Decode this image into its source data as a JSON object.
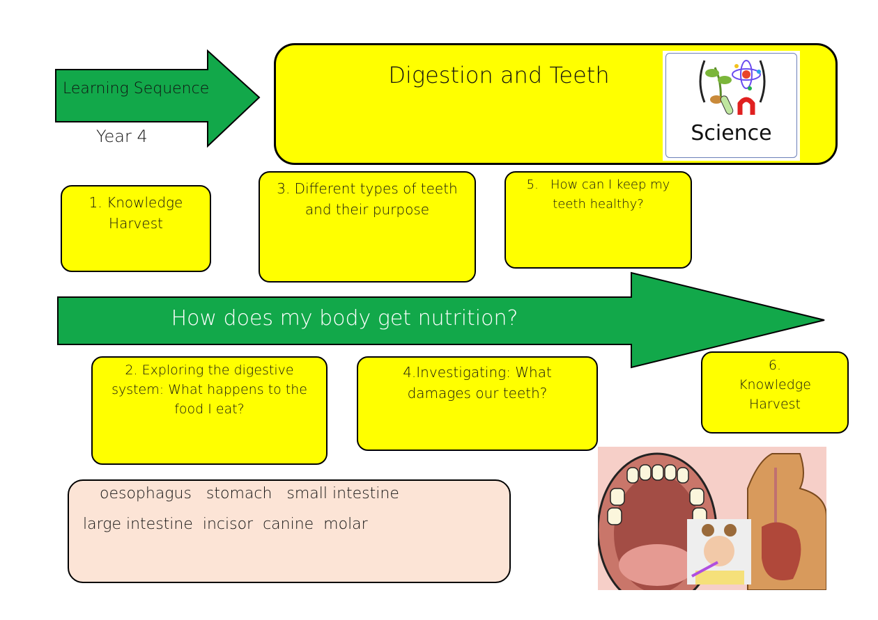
{
  "header": {
    "sequence_label": "Learning Sequence",
    "year": "Year 4",
    "title": "Digestion and Teeth",
    "logo_text": "Science"
  },
  "main_question": "How does my body get nutrition?",
  "lessons": [
    {
      "label": "1. Knowledge Harvest"
    },
    {
      "label": "2. Exploring the digestive system: What happens to the food I eat?"
    },
    {
      "label": "3. Different types of teeth and their purpose"
    },
    {
      "label": "4.Investigating: What damages our teeth?"
    },
    {
      "label": "5.   How can I keep my teeth healthy?"
    },
    {
      "label": "6.  Knowledge Harvest"
    }
  ],
  "vocabulary": {
    "line1": "oesophagus   stomach   small intestine",
    "line2": "large intestine  incisor  canine  molar"
  },
  "colors": {
    "green": "#12a84a",
    "yellow": "#ffff00",
    "vocab_bg": "#fce4d6"
  }
}
